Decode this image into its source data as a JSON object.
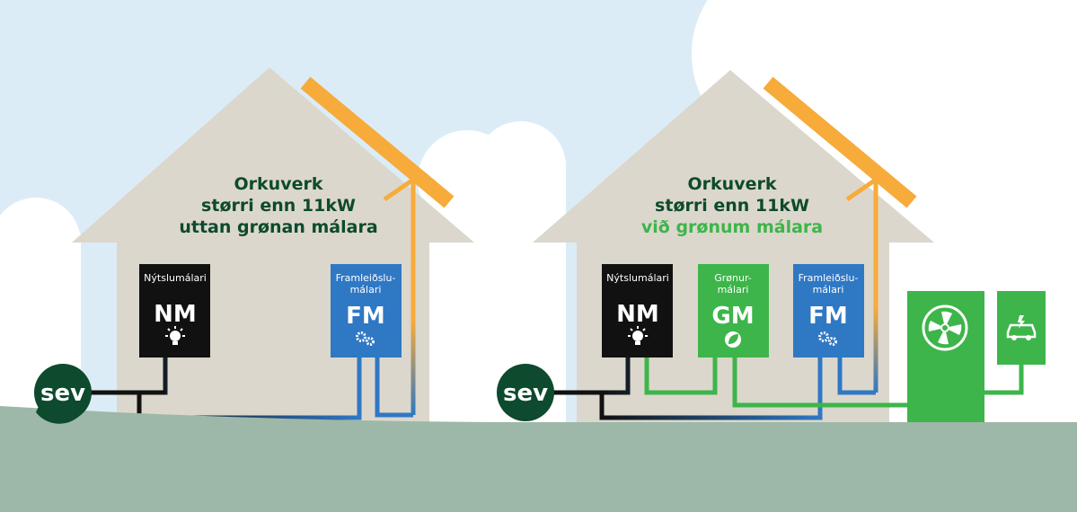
{
  "colors": {
    "sky": "#dcecf7",
    "cloud": "#ffffff",
    "ground": "#9db8a8",
    "house": "#dcd7cc",
    "solar": "#f7ab3a",
    "meter_black": "#111111",
    "meter_blue": "#2f78c4",
    "meter_green": "#3db54a",
    "brand": "#0d4a2e"
  },
  "left_house": {
    "title_line1": "Orkuverk",
    "title_line2": "størri enn 11kW",
    "title_line3": "uttan grønan málara",
    "meter_nm": {
      "label": "Nýtslumálari",
      "code": "NM",
      "icon": "lightbulb-icon"
    },
    "meter_fm": {
      "label_line1": "Framleiðslu-",
      "label_line2": "málari",
      "code": "FM",
      "icon": "gears-icon"
    }
  },
  "right_house": {
    "title_line1": "Orkuverk",
    "title_line2": "størri enn 11kW",
    "title_line3": "við grønum málara",
    "meter_nm": {
      "label": "Nýtslumálari",
      "code": "NM",
      "icon": "lightbulb-icon"
    },
    "meter_gm": {
      "label_line1": "Grønur-",
      "label_line2": "málari",
      "code": "GM",
      "icon": "leaf-icon"
    },
    "meter_fm": {
      "label_line1": "Framleiðslu-",
      "label_line2": "málari",
      "code": "FM",
      "icon": "gears-icon"
    },
    "heat_pump": {
      "icon": "fan-icon"
    },
    "ev_charger": {
      "icon": "electric-car-icon"
    }
  },
  "logo_left": {
    "text": "sev"
  },
  "logo_right": {
    "text": "sev"
  }
}
